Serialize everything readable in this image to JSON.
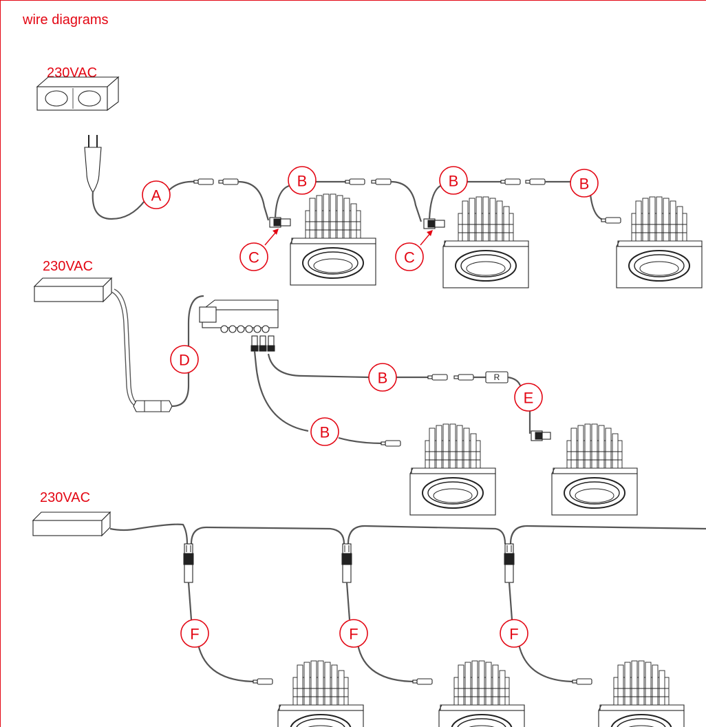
{
  "title": "wire diagrams",
  "voltages": {
    "top": "230VAC",
    "middle": "230VAC",
    "bottom": "230VAC"
  },
  "badges": {
    "row1_a": "A",
    "row1_b1": "B",
    "row1_b2": "B",
    "row1_b3": "B",
    "row1_c1": "C",
    "row1_c2": "C",
    "row2_d": "D",
    "row2_b1": "B",
    "row2_b2": "B",
    "row2_e": "E",
    "row3_f1": "F",
    "row3_f2": "F",
    "row3_f3": "F"
  },
  "resistor_label": "R",
  "colors": {
    "accent": "#e30613",
    "line": "#555555",
    "outline": "#222222"
  }
}
